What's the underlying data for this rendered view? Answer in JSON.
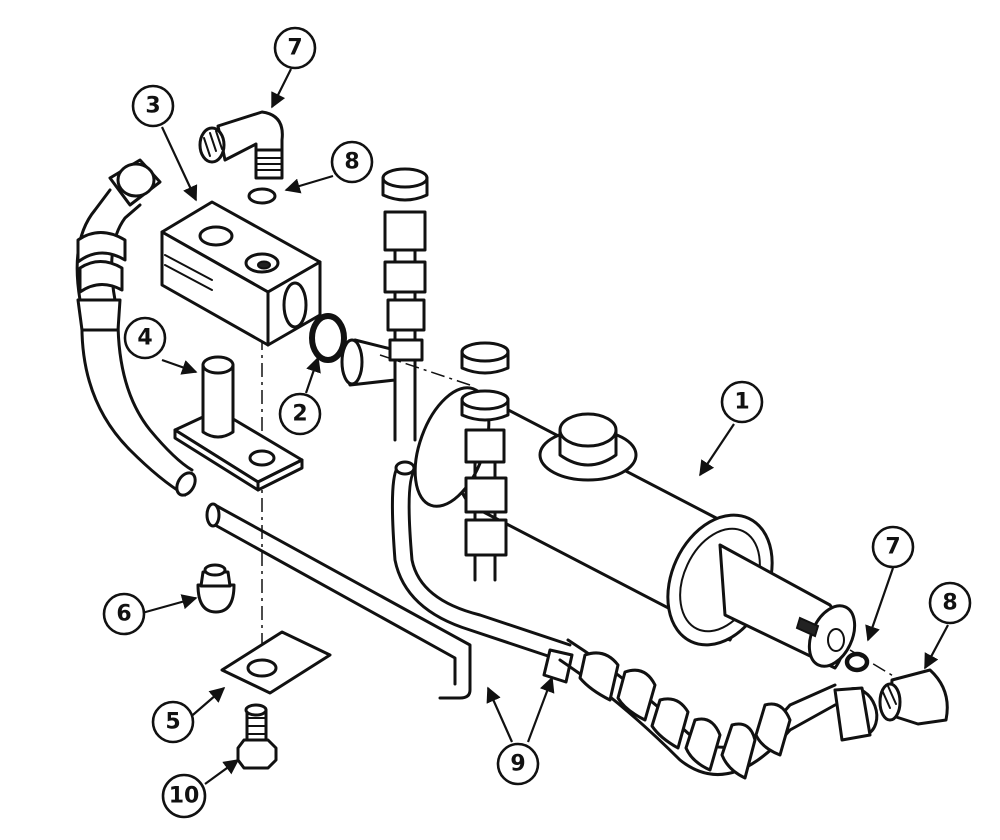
{
  "diagram": {
    "callouts": [
      {
        "id": "c1",
        "label": "1"
      },
      {
        "id": "c2",
        "label": "2"
      },
      {
        "id": "c3",
        "label": "3"
      },
      {
        "id": "c4",
        "label": "4"
      },
      {
        "id": "c5",
        "label": "5"
      },
      {
        "id": "c6",
        "label": "6"
      },
      {
        "id": "c7a",
        "label": "7"
      },
      {
        "id": "c7b",
        "label": "7"
      },
      {
        "id": "c8a",
        "label": "8"
      },
      {
        "id": "c8b",
        "label": "8"
      },
      {
        "id": "c9",
        "label": "9"
      },
      {
        "id": "c10",
        "label": "10"
      }
    ]
  }
}
